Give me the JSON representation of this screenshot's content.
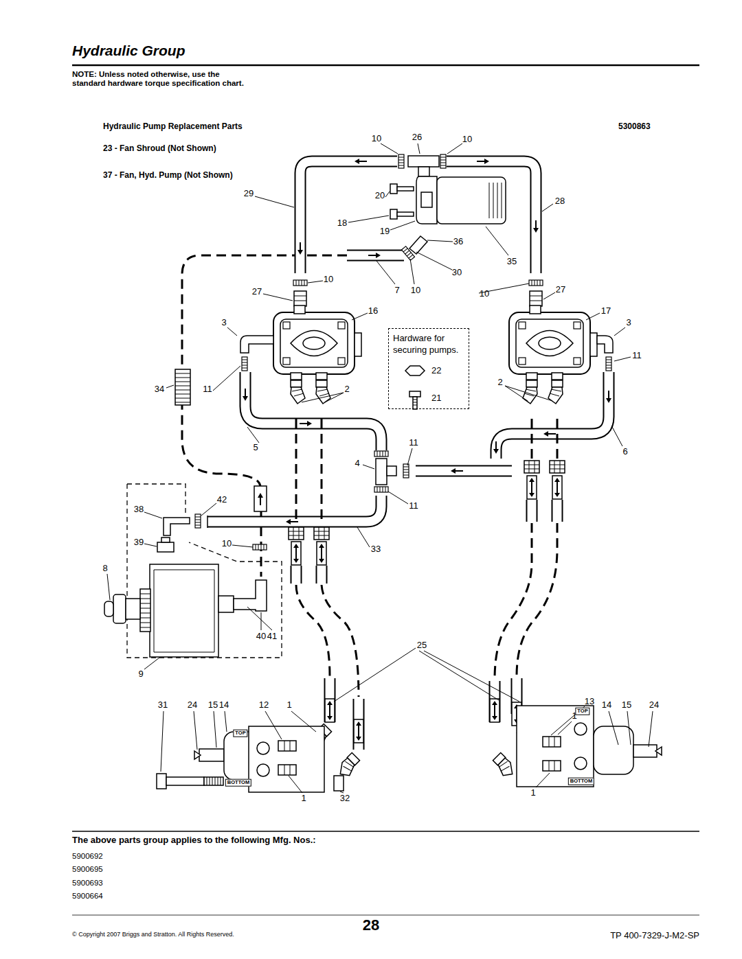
{
  "diagram": {
    "title": "Hydraulic Group",
    "nodes": [
      {
        "text": [
          "Hardware for securing pumps.",
          "22",
          "21"
        ]
      }
    ],
    "labels": [
      "NOTE: Unless noted otherwise, use the standard hardware torque specification chart.",
      "Hydraulic Pump Replacement Parts",
      "5300863",
      "23 - Fan Shroud (Not Shown)",
      "37 - Fan, Hyd. Pump (Not Shown)",
      "10",
      "26",
      "10",
      "29",
      "20",
      "28",
      "18",
      "19",
      "36",
      "35",
      "10",
      "30",
      "27",
      "7",
      "10",
      "10",
      "27",
      "16",
      "17",
      "3",
      "3",
      "11",
      "34",
      "11",
      "2",
      "2",
      "5",
      "11",
      "6",
      "4",
      "42",
      "11",
      "38",
      "39",
      "10",
      "33",
      "8",
      "40",
      "41",
      "25",
      "9",
      "31",
      "24",
      "15",
      "14",
      "12",
      "1",
      "13",
      "14",
      "15",
      "24",
      "1",
      "1",
      "32",
      "1",
      "TOP",
      "BOTTOM",
      "TOP",
      "BOTTOM",
      "The above parts group applies to the following Mfg. Nos.:",
      "5900692",
      "5900695",
      "5900693",
      "5900664",
      "© Copyright  2007 Briggs and Stratton. All Rights Reserved.",
      "28",
      "TP 400-7329-J-M2-SP"
    ]
  }
}
